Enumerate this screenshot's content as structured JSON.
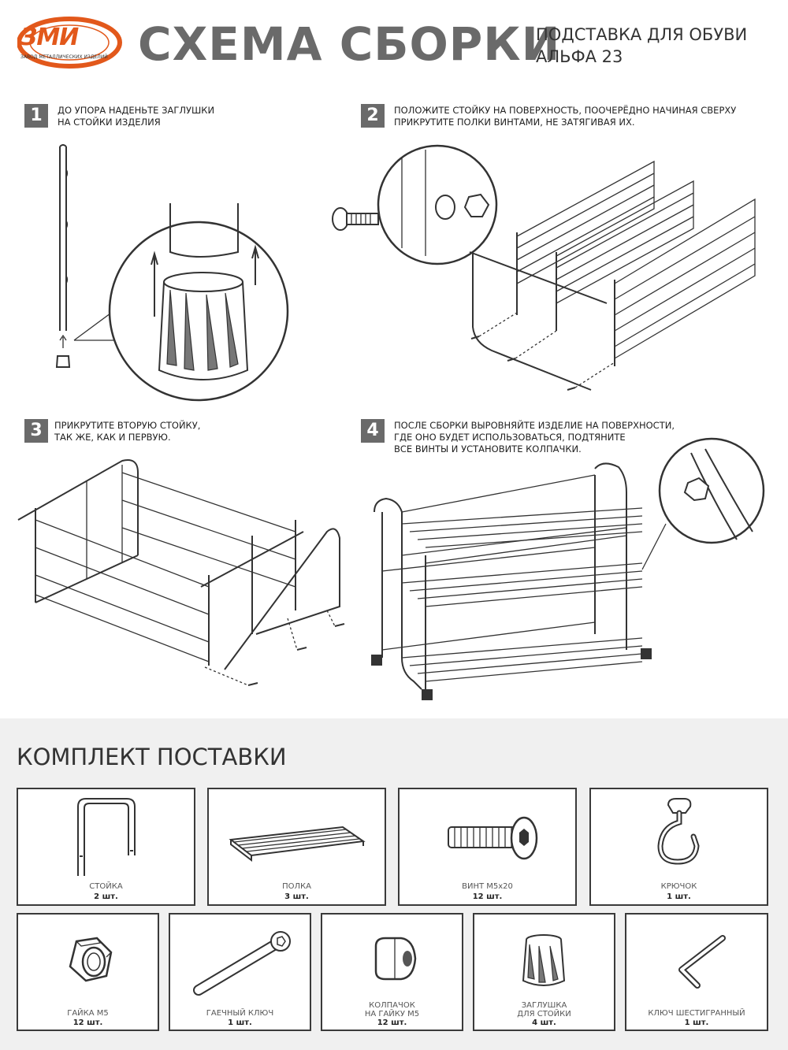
{
  "header": {
    "logo_text": "ЗМИ",
    "logo_subtext": "ЗАВОД МЕТАЛЛИЧЕСКИХ ИЗДЕЛИЙ",
    "title": "СХЕМА СБОРКИ",
    "subtitle_line1": "ПОДСТАВКА ДЛЯ ОБУВИ",
    "subtitle_line2": "АЛЬФА 23",
    "brand_color": "#e2581b"
  },
  "steps": [
    {
      "number": "1",
      "line1": "ДО УПОРА НАДЕНЬТЕ ЗАГЛУШКИ",
      "line2": "НА СТОЙКИ ИЗДЕЛИЯ",
      "line3": ""
    },
    {
      "number": "2",
      "line1": "ПОЛОЖИТЕ СТОЙКУ НА ПОВЕРХНОСТЬ, ПООЧЕРЁДНО НАЧИНАЯ СВЕРХУ",
      "line2": "ПРИКРУТИТЕ ПОЛКИ ВИНТАМИ, НЕ ЗАТЯГИВАЯ ИХ.",
      "line3": ""
    },
    {
      "number": "3",
      "line1": "ПРИКРУТИТЕ ВТОРУЮ СТОЙКУ,",
      "line2": "ТАК ЖЕ, КАК И ПЕРВУЮ.",
      "line3": ""
    },
    {
      "number": "4",
      "line1": "ПОСЛЕ СБОРКИ ВЫРОВНЯЙТЕ ИЗДЕЛИЕ НА ПОВЕРХНОСТИ,",
      "line2": "ГДЕ ОНО БУДЕТ ИСПОЛЬЗОВАТЬСЯ, ПОДТЯНИТЕ",
      "line3": "ВСЕ ВИНТЫ И УСТАНОВИТЕ КОЛПАЧКИ."
    }
  ],
  "kit": {
    "title": "КОМПЛЕКТ ПОСТАВКИ",
    "items": [
      {
        "name": "СТОЙКА",
        "name2": "",
        "qty": "2 шт.",
        "icon": "rack-frame-icon"
      },
      {
        "name": "ПОЛКА",
        "name2": "",
        "qty": "3 шт.",
        "icon": "shelf-icon"
      },
      {
        "name": "ВИНТ М5х20",
        "name2": "",
        "qty": "12 шт.",
        "icon": "screw-icon"
      },
      {
        "name": "КРЮЧОК",
        "name2": "",
        "qty": "1 шт.",
        "icon": "hook-icon"
      },
      {
        "name": "ГАЙКА М5",
        "name2": "",
        "qty": "12 шт.",
        "icon": "nut-icon"
      },
      {
        "name": "ГАЕЧНЫЙ КЛЮЧ",
        "name2": "",
        "qty": "1 шт.",
        "icon": "wrench-icon"
      },
      {
        "name": "КОЛПАЧОК",
        "name2": "НА ГАЙКУ М5",
        "qty": "12 шт.",
        "icon": "cap-icon"
      },
      {
        "name": "ЗАГЛУШКА",
        "name2": "ДЛЯ СТОЙКИ",
        "qty": "4 шт.",
        "icon": "plug-icon"
      },
      {
        "name": "КЛЮЧ ШЕСТИГРАННЫЙ",
        "name2": "",
        "qty": "1 шт.",
        "icon": "hex-key-icon"
      }
    ]
  }
}
